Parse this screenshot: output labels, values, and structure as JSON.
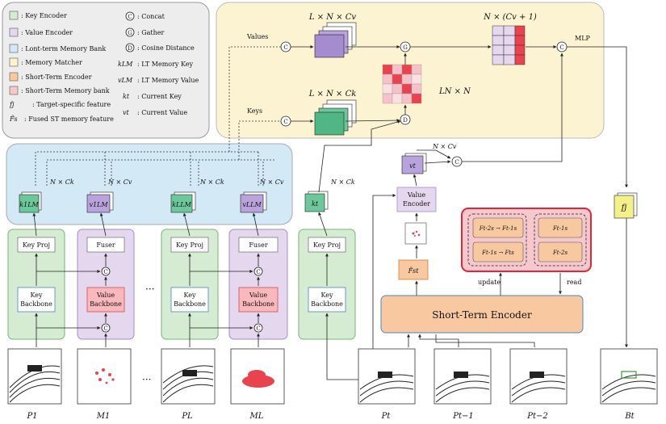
{
  "legend": {
    "key_encoder": ": Key Encoder",
    "value_encoder": ": Value Encoder",
    "lt_memory_bank": ": Lont-term Memory Bank",
    "memory_matcher": ": Memory Matcher",
    "short_term_encoder": ": Short-Term Encoder",
    "st_memory_bank": ": Short-Term Memory bank",
    "target_feature": ": Target-specific feature",
    "fused_st": ": Fused ST memory feature",
    "concat": ": Concat",
    "gather": ": Gather",
    "cosine": ": Cosine Distance",
    "lt_key": ": LT Memory Key",
    "lt_value": ": LT Memory Value",
    "current_key": ": Current Key",
    "current_value": ": Current Value",
    "sym_fj": "fj",
    "sym_fs": "F̃s",
    "sym_klm": "kLM",
    "sym_vlm": "vLM",
    "sym_kt": "kt",
    "sym_vt": "vt"
  },
  "symbols": {
    "concat": "C",
    "gather": "G",
    "cosine": "D"
  },
  "colors": {
    "key_encoder": "#d5ecd3",
    "value_encoder": "#e4d7ee",
    "lt_bank": "#d3e9f6",
    "matcher": "#fbf3d2",
    "st_encoder": "#f8c9a0",
    "st_bank": "#f6c7cc",
    "target": "#f4f08a",
    "key_stack": "#6cc89a",
    "value_stack": "#b9a3dd"
  },
  "matcher": {
    "values_label": "Values",
    "keys_label": "Keys",
    "values_dim": "L × N × Cv",
    "keys_dim": "L × N × Ck",
    "ln_n": "LN × N",
    "gather_out_dim": "N × (Cv + 1)",
    "mlp": "MLP"
  },
  "encoders": {
    "key_proj": "Key Proj",
    "key_backbone": [
      "Key",
      "Backbone"
    ],
    "value_backbone": [
      "Value",
      "Backbone"
    ],
    "fuser": "Fuser",
    "value_encoder": [
      "Value",
      "Encoder"
    ],
    "short_term_encoder": "Short-Term Encoder",
    "ellipsis": "···"
  },
  "dims": {
    "nck": "N × Ck",
    "ncv": "N × Cv"
  },
  "features": {
    "k1": "k1LM",
    "v1": "v1LM",
    "kL": "kLLM",
    "vL": "vLLM",
    "kt": "kt",
    "vt": "vt",
    "fj": "fj",
    "fs": "F̃st"
  },
  "st_bank": {
    "cells": [
      "Ft-2s → Ft-1s",
      "Ft-1s",
      "Ft-1s → Fts",
      "Ft-2s"
    ],
    "update": "update",
    "read": "read"
  },
  "frames": {
    "p1": "P1",
    "m1": "M1",
    "pL": "PL",
    "mL": "ML",
    "pt": "Pt",
    "pt1": "Pt−1",
    "pt2": "Pt−2",
    "bt": "Bt",
    "ellipsis": "···"
  }
}
